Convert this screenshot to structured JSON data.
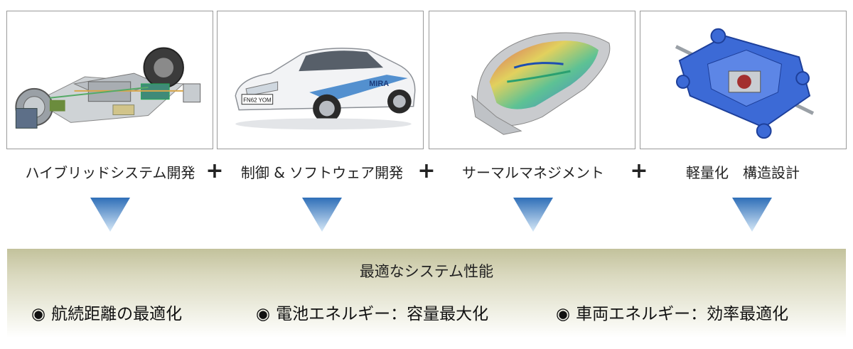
{
  "steps": [
    {
      "label": "ハイブリッドシステム開発",
      "image": "hybrid-powertrain-cad"
    },
    {
      "label": "制御 & ソフトウェア開発",
      "image": "test-car-photo"
    },
    {
      "label": "サーマルマネジメント",
      "image": "thermal-simulation"
    },
    {
      "label": "軽量化　構造設計",
      "image": "lightweight-subframe"
    }
  ],
  "plus_sign": "+",
  "car_plate": "FN62 YOM",
  "car_logo": "MIRA",
  "result": {
    "title": "最適なシステム性能",
    "bullet_mark": "◉",
    "items": [
      "航続距離の最適化",
      "電池エネルギー：容量最大化",
      "車両エネルギー：効率最適化"
    ]
  },
  "colors": {
    "arrow_top": "#2f6fb8",
    "arrow_bottom": "#cfe3f5",
    "band_top": "#c3c29c"
  }
}
